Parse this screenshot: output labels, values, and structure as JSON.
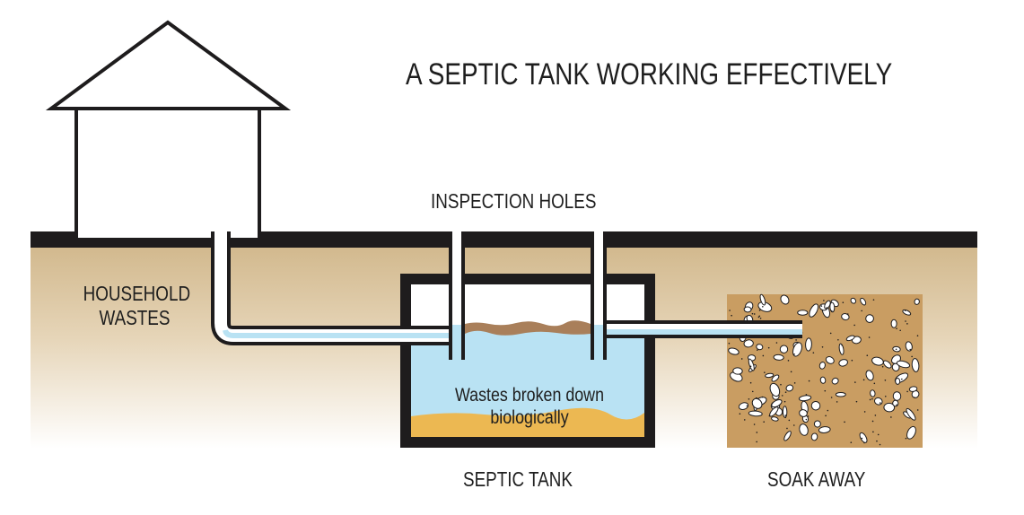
{
  "title": "A SEPTIC TANK WORKING EFFECTIVELY",
  "labels": {
    "inspection_holes": "INSPECTION HOLES",
    "household_wastes_line1": "HOUSEHOLD",
    "household_wastes_line2": "WASTES",
    "tank_contents_line1": "Wastes broken down",
    "tank_contents_line2": "biologically",
    "septic_tank": "SEPTIC TANK",
    "soak_away": "SOAK AWAY"
  },
  "colors": {
    "ground_top": "#d2b98e",
    "ground_bottom": "#ffffff",
    "surface": "#1e1c1d",
    "water": "#b9e2f3",
    "scum": "#a97f5a",
    "sludge": "#ecb852",
    "soakaway": "#c99d62",
    "outline": "#1e1c1d"
  }
}
